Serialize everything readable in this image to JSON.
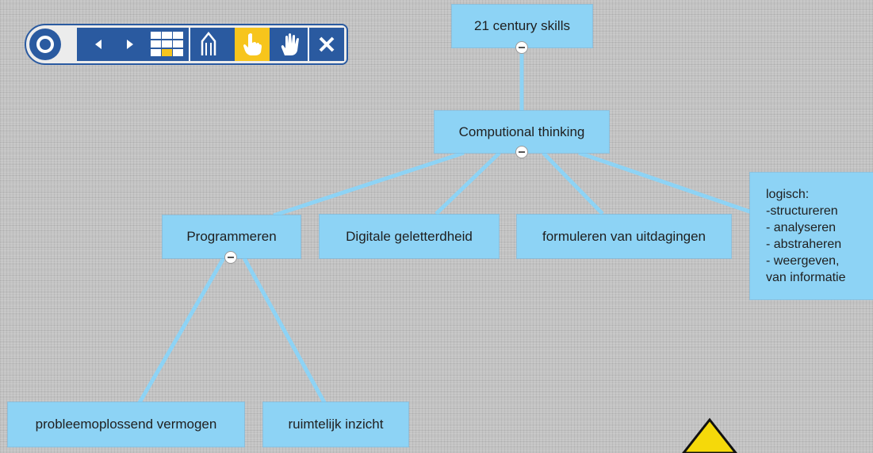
{
  "nodes": {
    "root": "21 century skills",
    "computational": "Computional thinking",
    "programmeren": "Programmeren",
    "digitale": "Digitale geletterdheid",
    "formuleren": "formuleren van uitdagingen",
    "logisch": "logisch:\n-structureren\n- analyseren\n- abstraheren\n- weergeven,\nvan informatie",
    "probleem": "probleemoplossend vermogen",
    "ruimtelijk": "ruimtelijk inzicht"
  },
  "colors": {
    "node_fill": "#8dd3f5",
    "link": "#8dd3f5",
    "toolbar_blue": "#2a5aa0",
    "active_button": "#f7c51c",
    "warning_yellow": "#f5d90a"
  },
  "toolbar": {
    "buttons": [
      "home-ring-icon",
      "previous-arrow-icon",
      "next-arrow-icon",
      "grid-icon",
      "pencil-tool-icon",
      "pointer-hand-icon",
      "open-hand-icon",
      "close-icon"
    ],
    "active_button": "pointer-hand-icon"
  }
}
